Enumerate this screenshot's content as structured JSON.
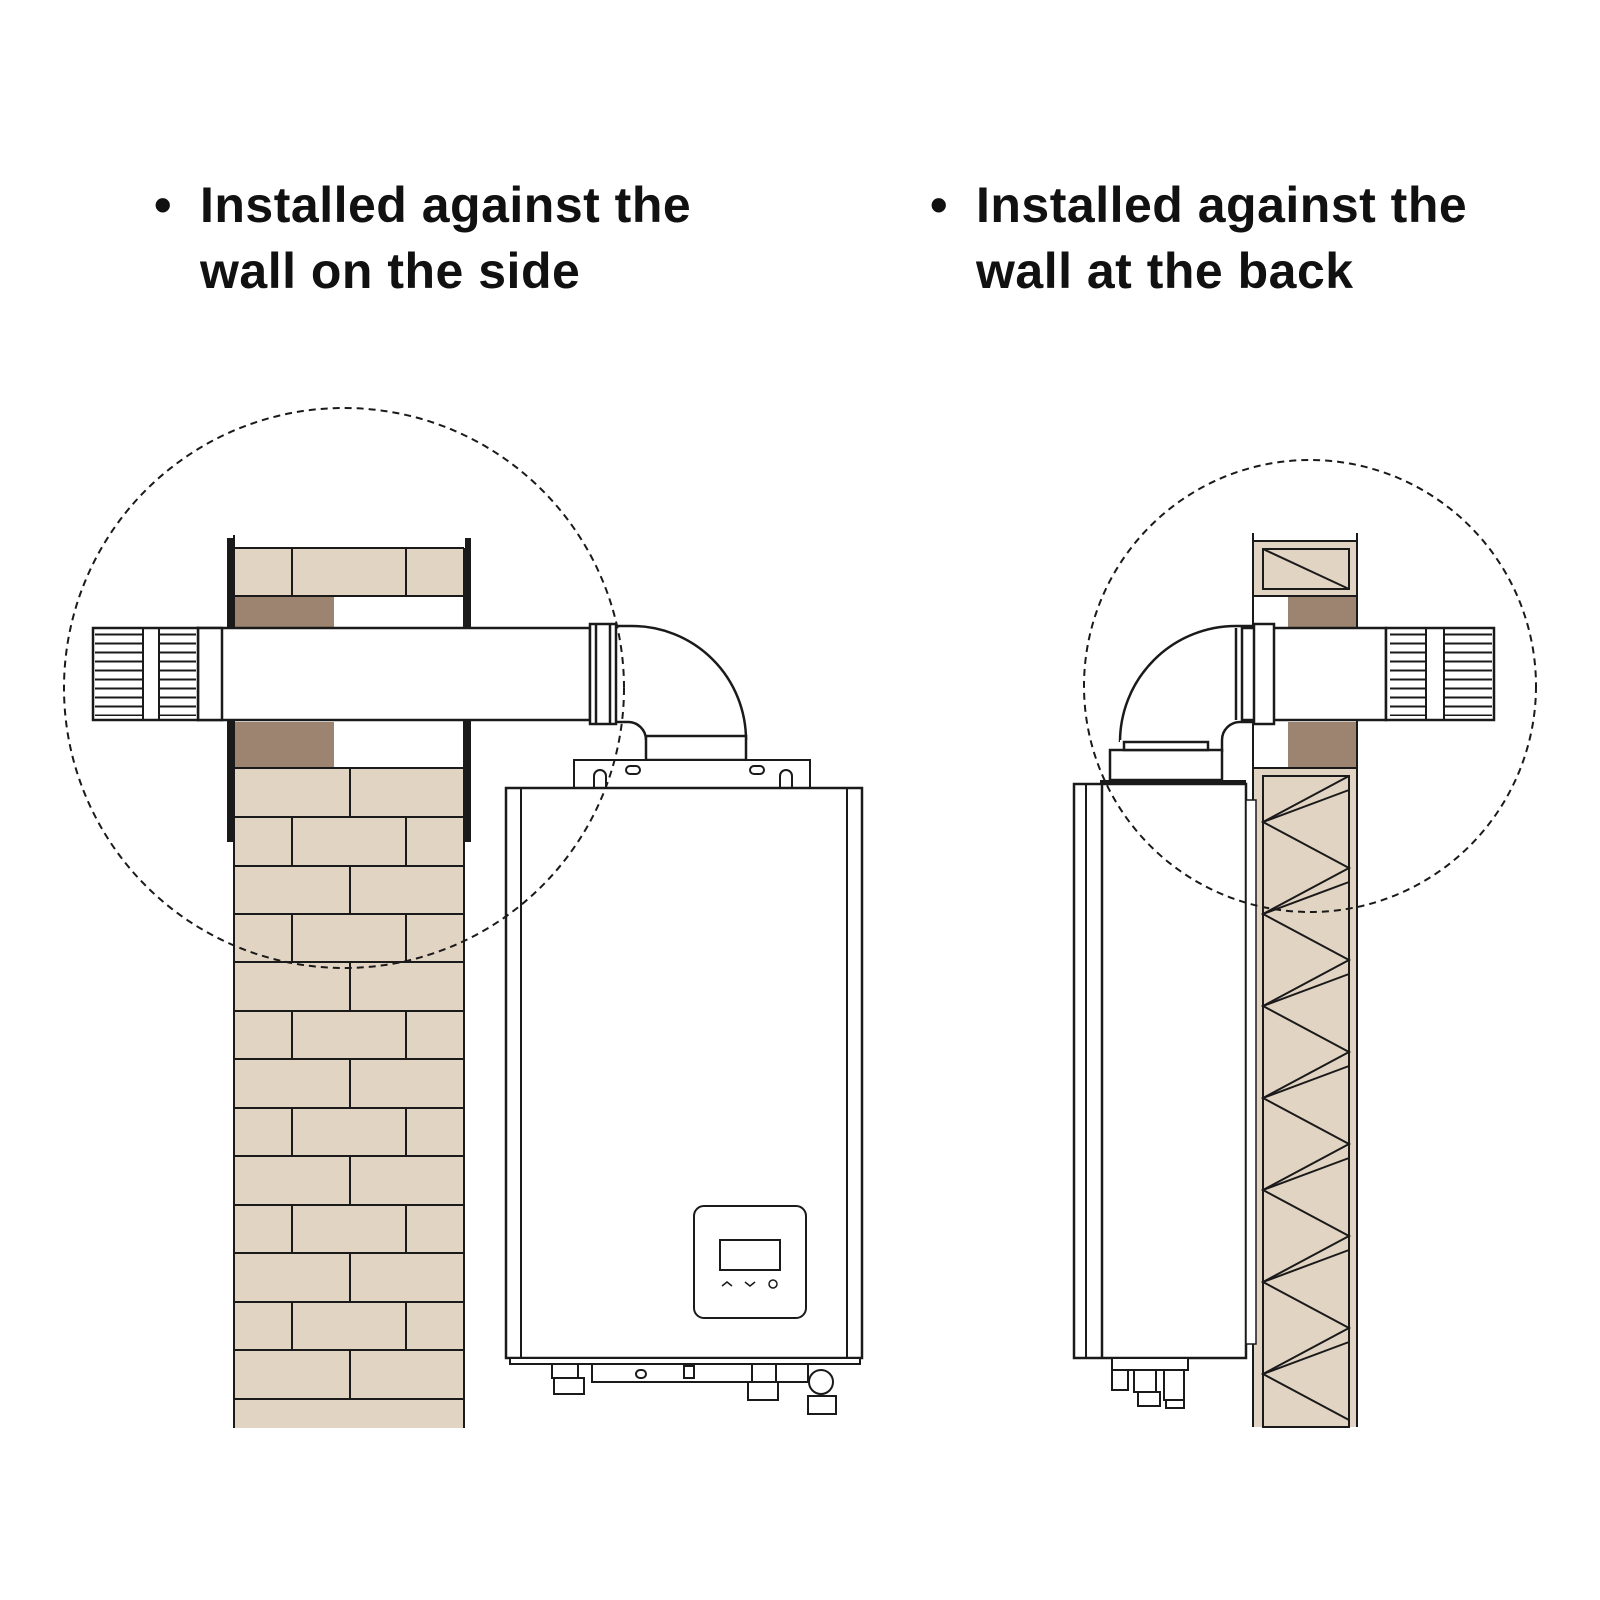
{
  "captions": {
    "bullet": "•",
    "left": {
      "line1": "Installed against the",
      "line2": "wall on the side"
    },
    "right": {
      "line1": "Installed against the",
      "line2": "wall at the back"
    }
  },
  "colors": {
    "brick_light": "#e2d4c3",
    "brick_dark": "#9c8470",
    "stroke": "#1a1a1a",
    "background": "#ffffff"
  },
  "icons": [
    "bullet-dot",
    "water-heater-unit",
    "vent-pipe-elbow",
    "brick-wall",
    "truss-wall",
    "dashed-circle-highlight"
  ]
}
